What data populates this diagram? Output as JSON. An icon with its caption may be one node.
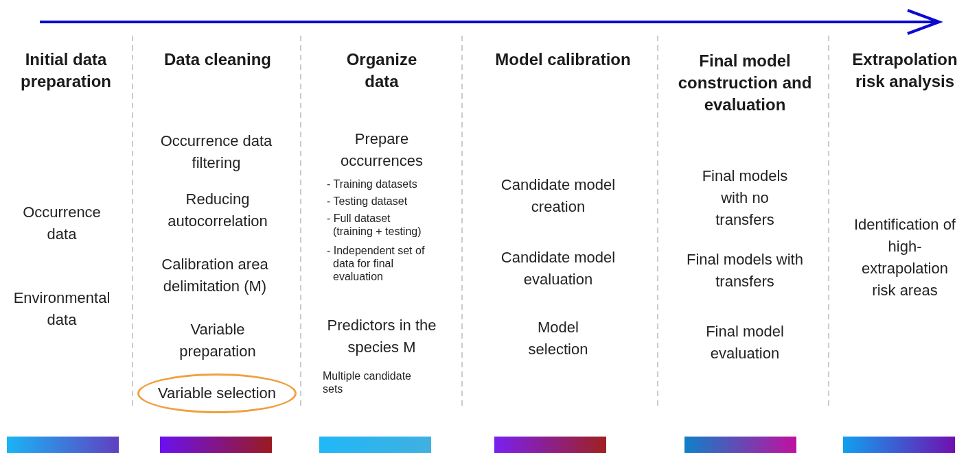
{
  "diagram": {
    "nodes": [
      {
        "text": [
          "Variable selection"
        ]
      }
    ],
    "labels": [
      "Initial data preparation",
      "Data cleaning",
      "Organize data",
      "Model calibration",
      "Final model construction and evaluation",
      "Extrapolation risk analysis",
      "Occurrence data",
      "Environmental data",
      "Occurrence data filtering",
      "Reducing autocorrelation",
      "Calibration area delimitation (M)",
      "Variable preparation",
      "Prepare occurrences",
      "- Training datasets",
      "- Testing dataset",
      "- Full dataset (training + testing)",
      "- Independent set of data for final evaluation",
      "Predictors in the species M",
      "Multiple candidate sets",
      "Candidate model creation",
      "Candidate model evaluation",
      "Model selection",
      "Final models with no transfers",
      "Final models with transfers",
      "Final model evaluation",
      "Identification of high-extrapolation risk areas"
    ]
  }
}
